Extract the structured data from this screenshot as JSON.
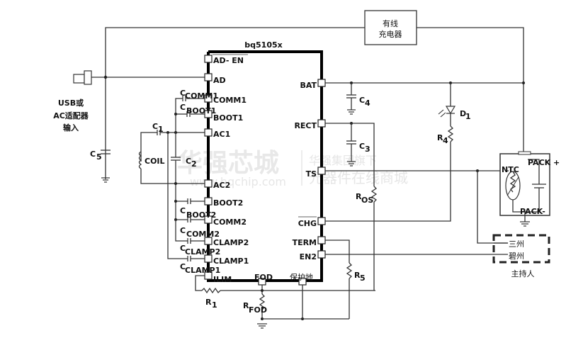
{
  "diagram": {
    "chip_name": "bq5105x",
    "watermark": {
      "brand": "华强芯城",
      "url": "www.hqchip.com",
      "tagline_1": "华强集团旗下",
      "tagline_2": "元器件在线商城"
    },
    "chip_pins_left": [
      "AD- EN",
      "AD",
      "COMM1",
      "BOOT1",
      "AC1",
      "AC2",
      "BOOT2",
      "COMM2",
      "CLAMP2",
      "CLAMP1",
      "ILIM"
    ],
    "chip_pins_right": [
      "BAT",
      "RECT",
      "TS",
      "CHG",
      "TERM",
      "EN2"
    ],
    "chip_pins_bottom": [
      "FOD",
      "保护地"
    ],
    "input": {
      "label_1": "USB或",
      "label_2": "AC适配器",
      "label_3": "输入"
    },
    "wired_charger": {
      "line1": "有线",
      "line2": "充电器"
    },
    "components": {
      "c1": {
        "base": "C",
        "sub": "1"
      },
      "c2": {
        "base": "C",
        "sub": "2"
      },
      "c3": {
        "base": "C",
        "sub": "3"
      },
      "c4": {
        "base": "C",
        "sub": "4"
      },
      "c5": {
        "base": "C",
        "sub": "5"
      },
      "coil": "COIL",
      "c_comm1": {
        "base": "C",
        "sub": "COMM1"
      },
      "c_boot1": {
        "base": "C",
        "sub": "BOOT1"
      },
      "c_boot2": {
        "base": "C",
        "sub": "BOOT2"
      },
      "c_comm2": {
        "base": "C",
        "sub": "COMM2"
      },
      "c_clamp2": {
        "base": "C",
        "sub": "CLAMP2"
      },
      "c_clamp1": {
        "base": "C",
        "sub": "CLAMP1"
      },
      "r1": {
        "base": "R",
        "sub": "1"
      },
      "r4": {
        "base": "R",
        "sub": "4"
      },
      "r5": {
        "base": "R",
        "sub": "5"
      },
      "r_os": {
        "base": "R",
        "sub": "OS"
      },
      "r_fod": {
        "base": "R",
        "sub": "FOD"
      },
      "d1": {
        "base": "D",
        "sub": "1"
      }
    },
    "battery_pack": {
      "ntc": "NTC",
      "pack_plus": "PACK +",
      "pack_minus": "PACK-"
    },
    "host": {
      "line_1": "三州",
      "line_2": "碧州",
      "label": "主持人"
    }
  }
}
